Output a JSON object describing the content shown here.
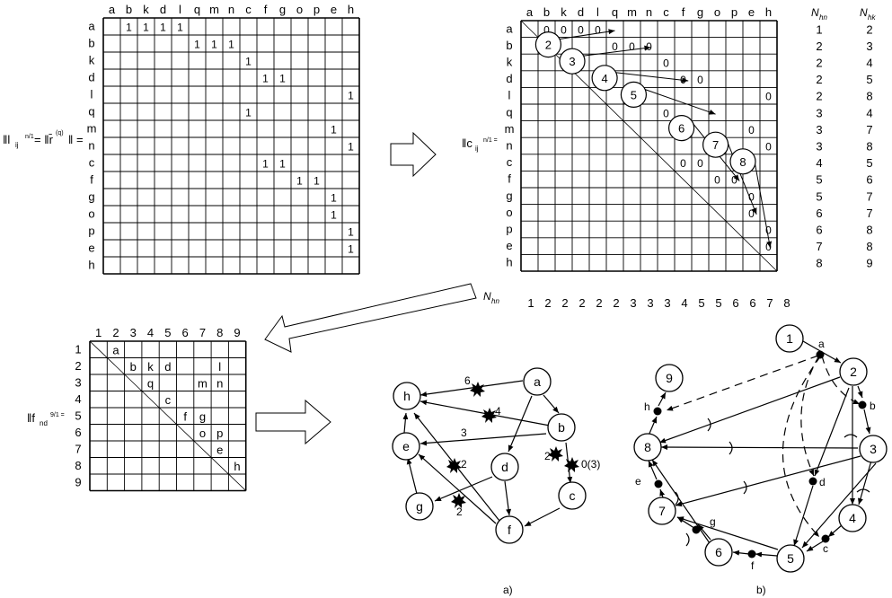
{
  "matrix1": {
    "formula_lhs": "‖l",
    "formula_sub": "ij",
    "formula_limits": "n/1",
    "formula_mid": "= ‖r̄",
    "formula_sup": "(q)",
    "cols": [
      "a",
      "b",
      "k",
      "d",
      "l",
      "q",
      "m",
      "n",
      "c",
      "f",
      "g",
      "o",
      "p",
      "e",
      "h"
    ],
    "rows": [
      "a",
      "b",
      "k",
      "d",
      "l",
      "q",
      "m",
      "n",
      "c",
      "f",
      "g",
      "o",
      "p",
      "e",
      "h"
    ],
    "ones": [
      [
        0,
        1
      ],
      [
        0,
        2
      ],
      [
        0,
        3
      ],
      [
        0,
        4
      ],
      [
        1,
        5
      ],
      [
        1,
        6
      ],
      [
        1,
        7
      ],
      [
        2,
        8
      ],
      [
        3,
        9
      ],
      [
        3,
        10
      ],
      [
        4,
        14
      ],
      [
        5,
        8
      ],
      [
        6,
        13
      ],
      [
        7,
        14
      ],
      [
        8,
        9
      ],
      [
        8,
        10
      ],
      [
        9,
        11
      ],
      [
        9,
        12
      ],
      [
        10,
        13
      ],
      [
        11,
        13
      ],
      [
        12,
        14
      ],
      [
        13,
        14
      ]
    ]
  },
  "matrix2": {
    "formula": "‖c",
    "formula_sub": "ij",
    "formula_limits": "n/1 =",
    "cols": [
      "a",
      "b",
      "k",
      "d",
      "l",
      "q",
      "m",
      "n",
      "c",
      "f",
      "g",
      "o",
      "p",
      "e",
      "h"
    ],
    "rows": [
      "a",
      "b",
      "k",
      "d",
      "l",
      "q",
      "m",
      "n",
      "c",
      "f",
      "g",
      "o",
      "p",
      "e",
      "h"
    ],
    "zeros": [
      [
        0,
        1
      ],
      [
        0,
        2
      ],
      [
        0,
        3
      ],
      [
        0,
        4
      ],
      [
        1,
        5
      ],
      [
        1,
        6
      ],
      [
        1,
        7
      ],
      [
        2,
        8
      ],
      [
        3,
        9
      ],
      [
        3,
        10
      ],
      [
        4,
        14
      ],
      [
        5,
        8
      ],
      [
        6,
        13
      ],
      [
        7,
        14
      ],
      [
        8,
        9
      ],
      [
        8,
        10
      ],
      [
        9,
        11
      ],
      [
        9,
        12
      ],
      [
        10,
        13
      ],
      [
        11,
        13
      ],
      [
        12,
        14
      ],
      [
        13,
        14
      ]
    ],
    "circles": [
      "2",
      "3",
      "4",
      "5",
      "6",
      "7",
      "8"
    ],
    "bottom_label": "N",
    "bottom_label_sub": "hn",
    "bottom_row": [
      "1",
      "2",
      "2",
      "2",
      "2",
      "2",
      "3",
      "3",
      "3",
      "4",
      "5",
      "5",
      "6",
      "6",
      "7",
      "8"
    ],
    "nhn_header": "N",
    "nhn_sub": "hn",
    "nhk_header": "N",
    "nhk_sub": "hk",
    "nhn": [
      "1",
      "2",
      "2",
      "2",
      "2",
      "3",
      "3",
      "3",
      "4",
      "5",
      "5",
      "6",
      "6",
      "7",
      "8"
    ],
    "nhk": [
      "2",
      "3",
      "4",
      "5",
      "8",
      "4",
      "7",
      "8",
      "5",
      "6",
      "7",
      "7",
      "8",
      "8",
      "9"
    ]
  },
  "matrix3": {
    "formula": "‖f",
    "formula_sub": "nd",
    "formula_limits": "9/1 =",
    "cols": [
      "1",
      "2",
      "3",
      "4",
      "5",
      "6",
      "7",
      "8",
      "9"
    ],
    "rows": [
      "1",
      "2",
      "3",
      "4",
      "5",
      "6",
      "7",
      "8",
      "9"
    ],
    "cells": [
      [
        0,
        1,
        "a"
      ],
      [
        1,
        2,
        "b"
      ],
      [
        1,
        3,
        "k"
      ],
      [
        1,
        4,
        "d"
      ],
      [
        1,
        7,
        "l"
      ],
      [
        2,
        3,
        "q"
      ],
      [
        2,
        6,
        "m"
      ],
      [
        2,
        7,
        "n"
      ],
      [
        3,
        4,
        "c"
      ],
      [
        4,
        5,
        "f"
      ],
      [
        4,
        6,
        "g"
      ],
      [
        5,
        6,
        "o"
      ],
      [
        5,
        7,
        "p"
      ],
      [
        6,
        7,
        "e"
      ],
      [
        7,
        8,
        "h"
      ]
    ]
  },
  "graph_a": {
    "caption": "a)",
    "nodes": [
      "h",
      "a",
      "e",
      "b",
      "d",
      "c",
      "g",
      "f"
    ],
    "edge_labels": [
      "6",
      "4",
      "3",
      "2",
      "2",
      "2",
      "0(3)"
    ]
  },
  "graph_b": {
    "caption": "b)",
    "nodes": [
      "1",
      "2",
      "9",
      "8",
      "3",
      "4",
      "7",
      "6",
      "5"
    ],
    "edge_labels": [
      "a",
      "b",
      "h",
      "d",
      "e",
      "g",
      "f",
      "c"
    ]
  },
  "colors": {
    "line": "#000000",
    "background": "#ffffff"
  }
}
